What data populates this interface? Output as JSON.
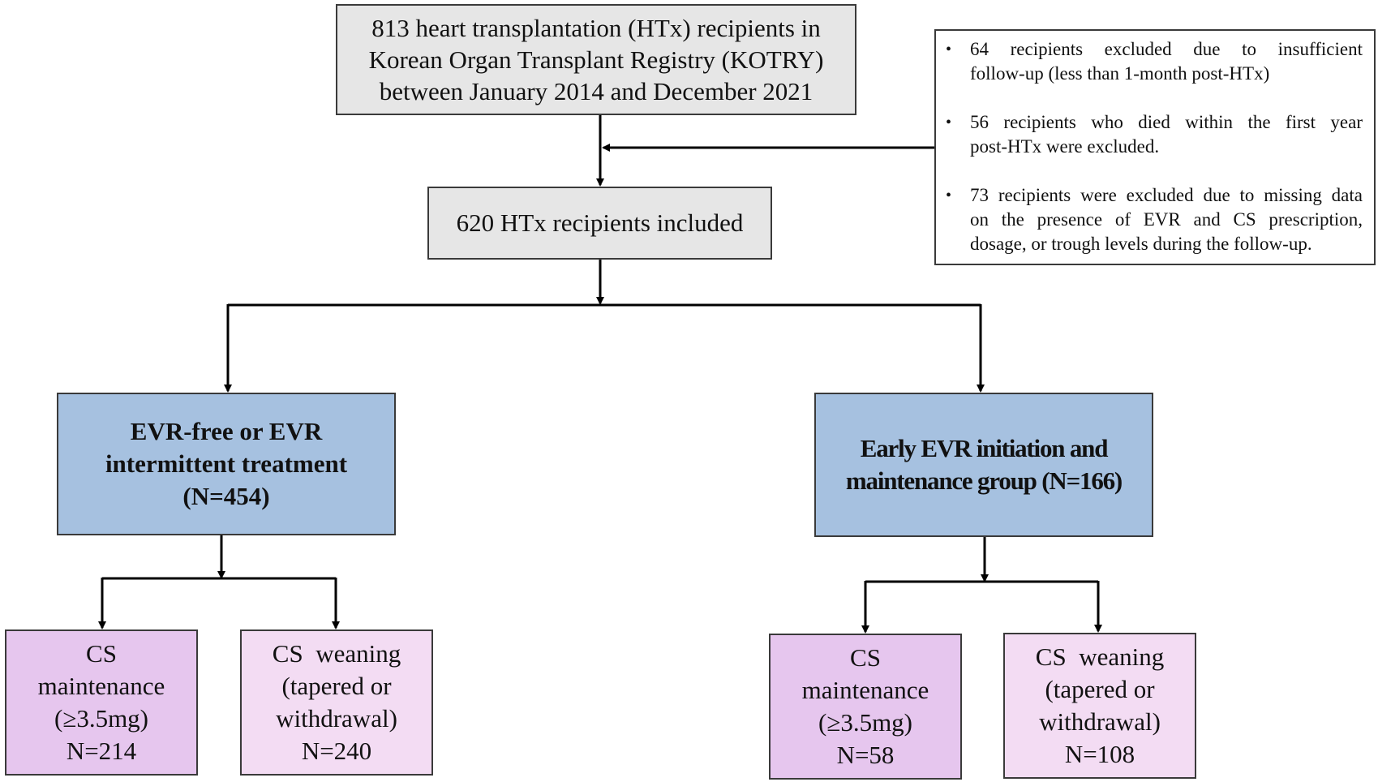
{
  "top_box": {
    "lines": [
      "813 heart transplantation (HTx) recipients in",
      "Korean Organ Transplant Registry (KOTRY)",
      "between January 2014 and December 2021"
    ]
  },
  "exclusion": {
    "items": [
      {
        "lines": [
          "64 recipients excluded due to insufficient",
          "follow-up (less than 1-month post-HTx)"
        ]
      },
      {
        "lines": [
          "56 recipients who died within the first year",
          "post-HTx were excluded."
        ]
      },
      {
        "lines": [
          "73 recipients were excluded due to missing data",
          "on the presence of EVR and CS prescription,",
          "dosage, or trough levels during the follow-up."
        ]
      }
    ]
  },
  "included_box": {
    "text": "620 HTx recipients included"
  },
  "group_left": {
    "lines": [
      "EVR-free or EVR",
      "intermittent treatment",
      "(N=454)"
    ]
  },
  "group_right": {
    "lines": [
      "Early EVR initiation and",
      "maintenance group (N=166)"
    ]
  },
  "left_subgroups": {
    "maintenance": {
      "lines": [
        "CS",
        "maintenance",
        "(≥3.5mg)",
        "N=214"
      ]
    },
    "weaning": {
      "lines": [
        "CS  weaning",
        "(tapered or",
        "withdrawal)",
        "N=240"
      ]
    }
  },
  "right_subgroups": {
    "maintenance": {
      "lines": [
        "CS",
        "maintenance",
        "(≥3.5mg)",
        "N=58"
      ]
    },
    "weaning": {
      "lines": [
        "CS  weaning",
        "(tapered or",
        "withdrawal)",
        "N=108"
      ]
    }
  },
  "colors": {
    "box_gray": "#e6e6e6",
    "group_blue": "#a6c1e0",
    "maintenance_purple": "#e6c6ee",
    "weaning_purple": "#f3dcf3",
    "connector": "#000000"
  }
}
